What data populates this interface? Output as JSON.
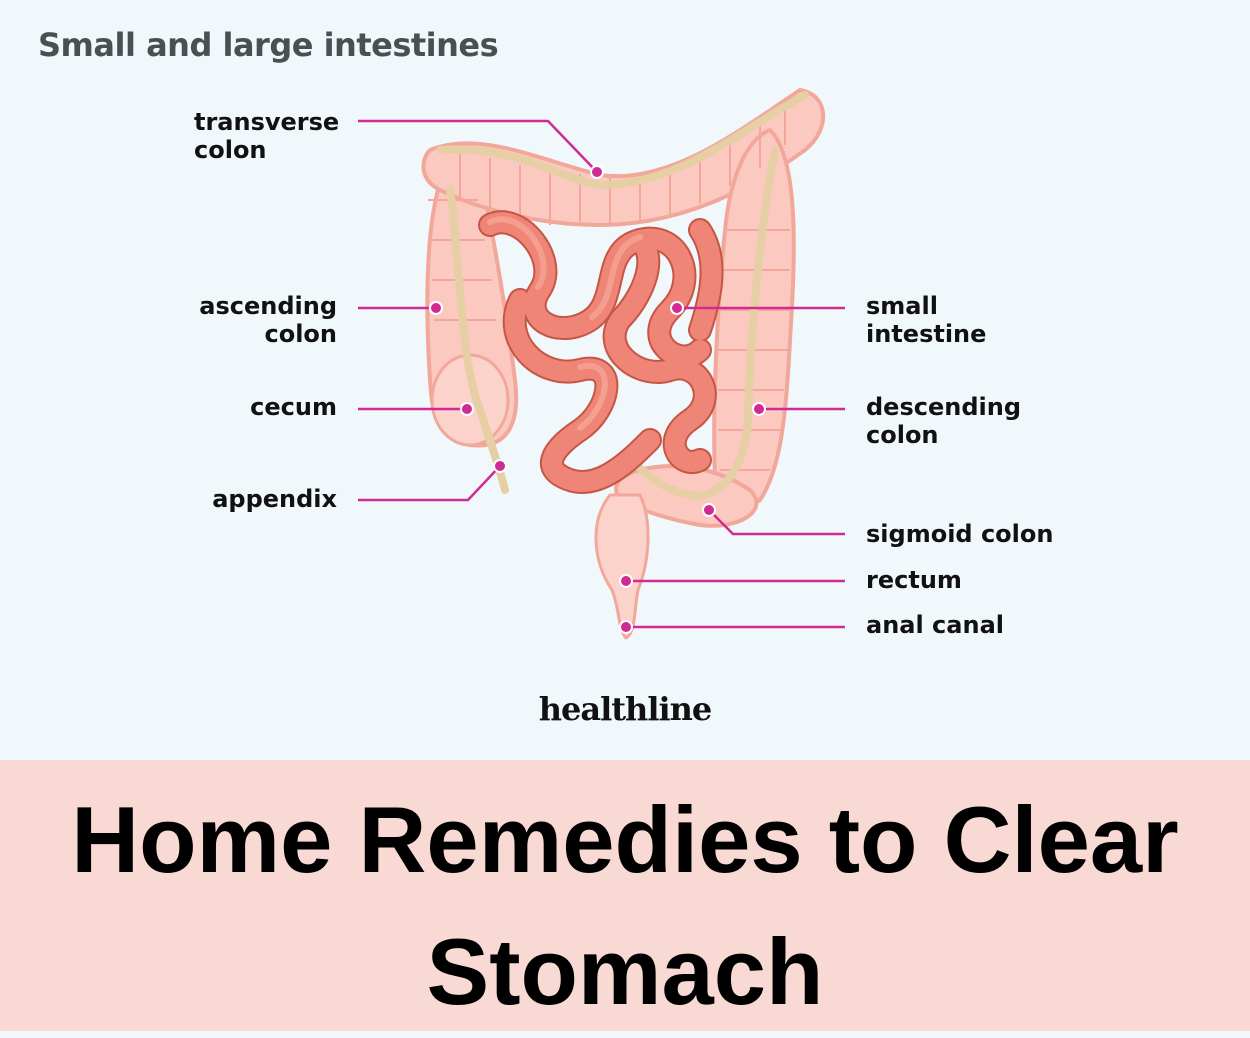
{
  "figure": {
    "title": "Small and large intestines",
    "brand": "healthline",
    "colors": {
      "background": "#f0f8fb",
      "leader_line": "#d02a94",
      "large_intestine": "#fbc9c0",
      "large_intestine_shade": "#f2a79b",
      "small_intestine": "#ee8576",
      "small_intestine_outline": "#c65546",
      "band": "#e6cfa4"
    },
    "labels": {
      "transverse_colon": "transverse\ncolon",
      "ascending_colon": "ascending\ncolon",
      "cecum": "cecum",
      "appendix": "appendix",
      "small_intestine": "small\nintestine",
      "descending_colon": "descending\ncolon",
      "sigmoid_colon": "sigmoid colon",
      "rectum": "rectum",
      "anal_canal": "anal canal"
    }
  },
  "banner": {
    "title": "Home Remedies to Clear Stomach",
    "background": "#f9d9d3"
  }
}
